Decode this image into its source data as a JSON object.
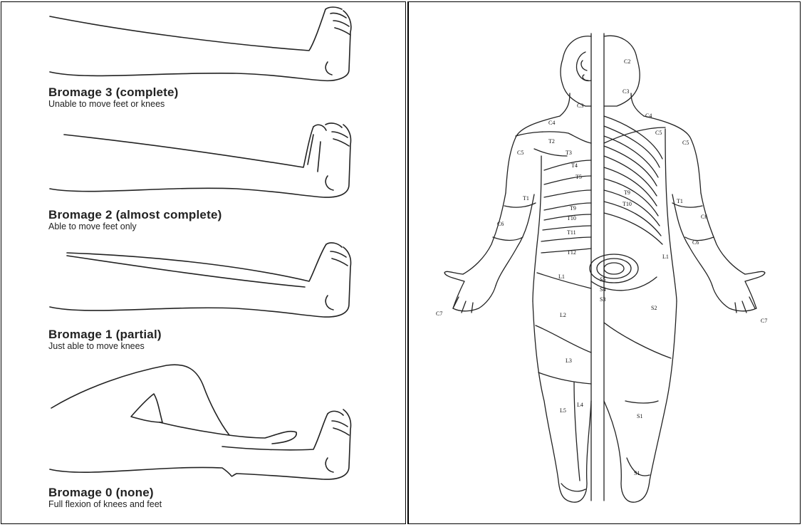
{
  "bromage": [
    {
      "title": "Bromage 3 (complete)",
      "desc": "Unable to move feet or knees"
    },
    {
      "title": "Bromage 2 (almost complete)",
      "desc": "Able to move feet only"
    },
    {
      "title": "Bromage 1 (partial)",
      "desc": "Just able to move knees"
    },
    {
      "title": "Bromage 0 (none)",
      "desc": "Full flexion of knees and feet"
    }
  ],
  "dermatomes": {
    "labels": [
      "C2",
      "C3",
      "C3",
      "C4",
      "C4",
      "C5",
      "C5",
      "C5",
      "C6",
      "C6",
      "C6",
      "C7",
      "C7",
      "T1",
      "T1",
      "T2",
      "T3",
      "T4",
      "T5",
      "T9",
      "T9",
      "T10",
      "T10",
      "T11",
      "T12",
      "L1",
      "L1",
      "L2",
      "L3",
      "L4",
      "L5",
      "S1",
      "S1",
      "S2",
      "S3",
      "S4",
      "S5"
    ]
  },
  "colors": {
    "line": "#222222",
    "background": "#ffffff"
  }
}
